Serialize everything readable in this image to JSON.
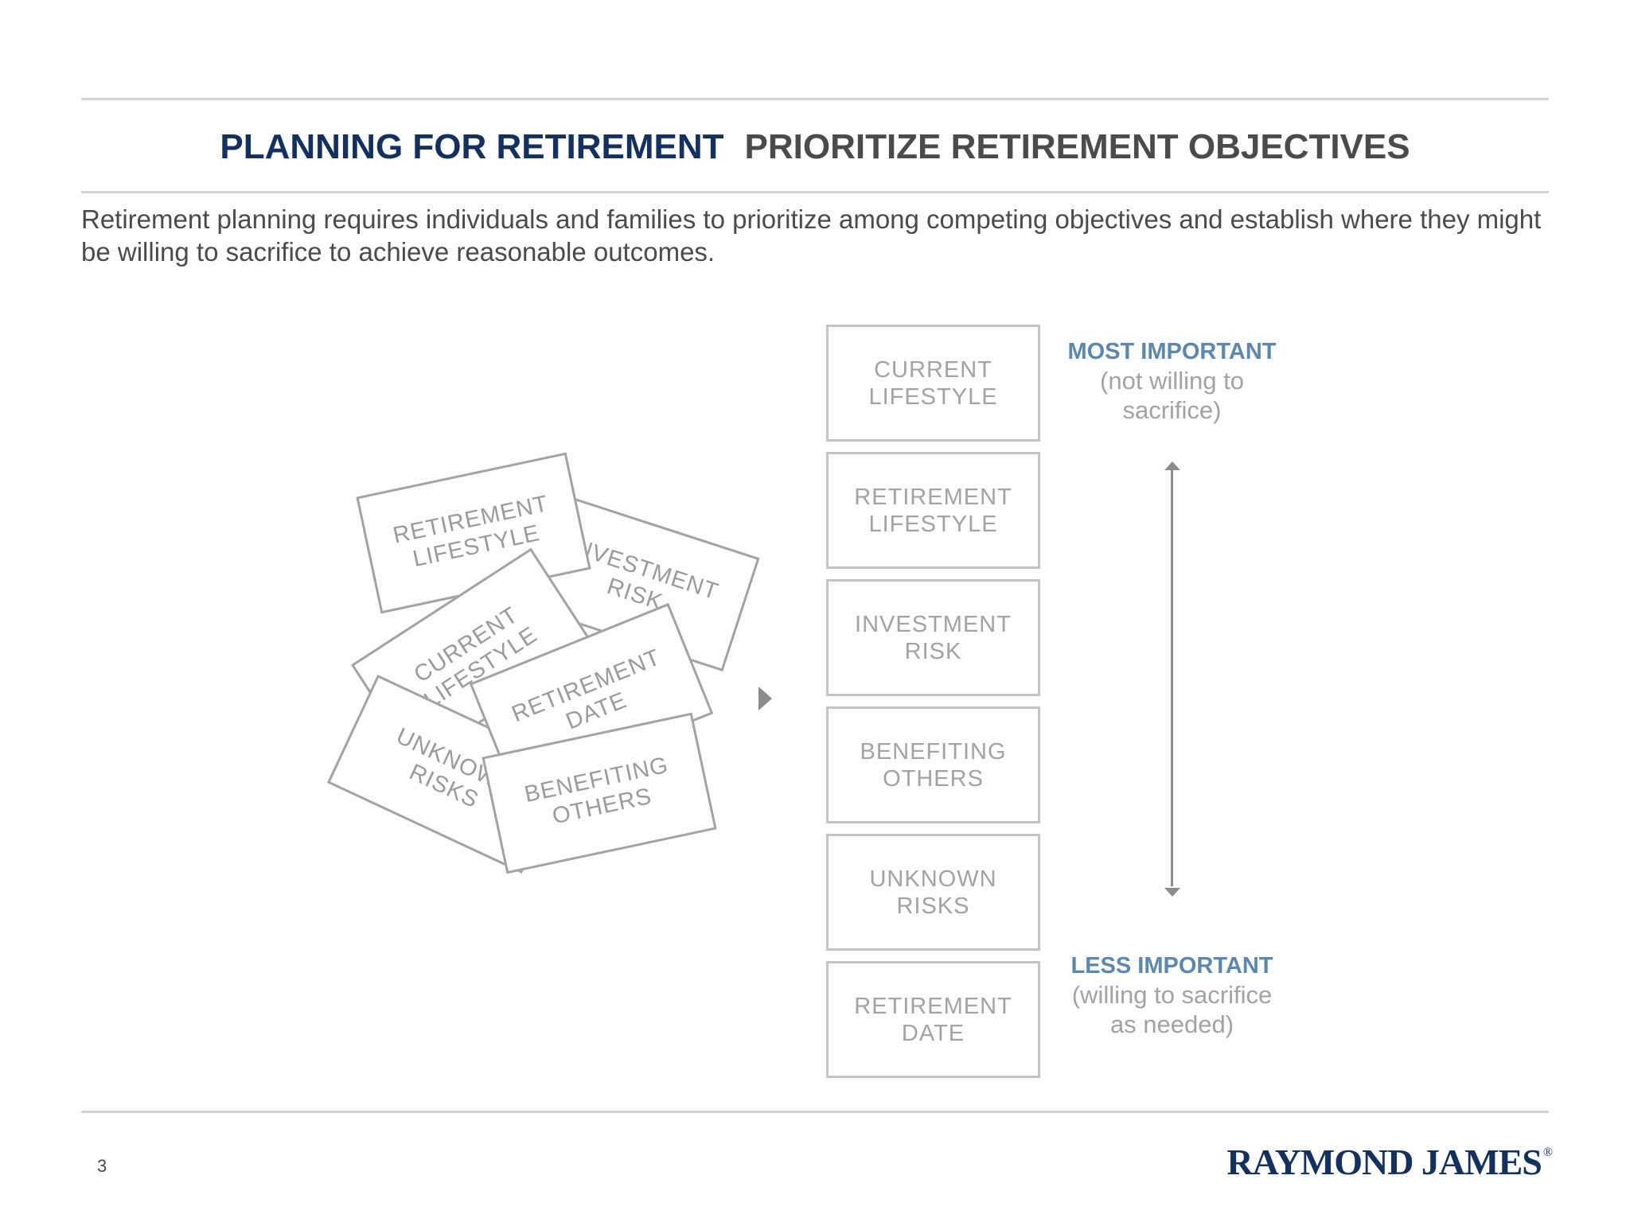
{
  "title": {
    "section": "PLANNING FOR RETIREMENT",
    "topic": "PRIORITIZE RETIREMENT OBJECTIVES"
  },
  "intro": "Retirement planning requires individuals and families to prioritize among competing objectives and establish where they might be willing to sacrifice to achieve reasonable outcomes.",
  "scattered_cards": {
    "investment_risk": "INVESTMENT\nRISK",
    "retirement_lifestyle": "RETIREMENT\nLIFESTYLE",
    "current_lifestyle": "CURRENT\nLIFESTYLE",
    "unknown_risks": "UNKNOWN\nRISKS",
    "retirement_date": "RETIREMENT\nDATE",
    "benefiting_others": "BENEFITING\nOTHERS"
  },
  "priority_stack": [
    "CURRENT\nLIFESTYLE",
    "RETIREMENT\nLIFESTYLE",
    "INVESTMENT\nRISK",
    "BENEFITING\nOTHERS",
    "UNKNOWN\nRISKS",
    "RETIREMENT\nDATE"
  ],
  "most_important": {
    "label": "MOST IMPORTANT",
    "note": "(not willing to\nsacrifice)"
  },
  "less_important": {
    "label": "LESS IMPORTANT",
    "note": "(willing to sacrifice\nas needed)"
  },
  "page_number": "3",
  "logo": {
    "text": "RAYMOND JAMES",
    "mark": "®"
  },
  "colors": {
    "navy": "#14305e",
    "heading_gray": "#4b4b4d",
    "accent_blue": "#5c88b0",
    "card_border": "#a3a3a5"
  }
}
